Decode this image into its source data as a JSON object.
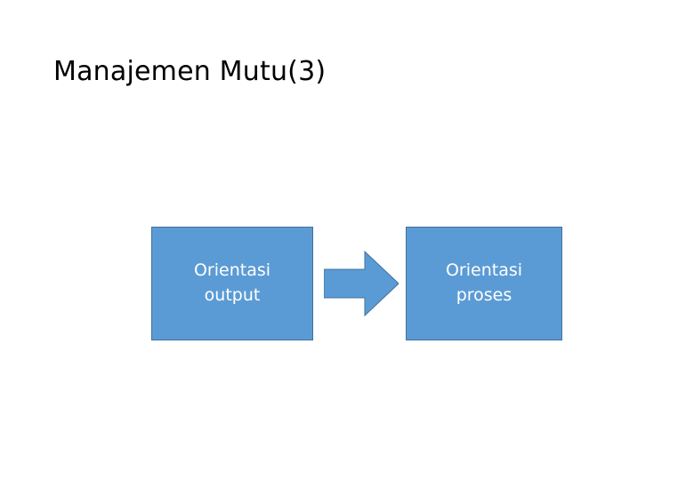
{
  "slide": {
    "title": "Manajemen Mutu(3)",
    "background_color": "#ffffff",
    "title_color": "#000000"
  },
  "diagram": {
    "type": "process-flow",
    "accent_color": "#5b9bd5",
    "border_color": "#41719c",
    "text_color": "#ffffff",
    "nodes": [
      {
        "id": "node-1",
        "label": "Orientasi\noutput"
      },
      {
        "id": "node-2",
        "label": "Orientasi\nproses"
      }
    ],
    "connector": {
      "icon": "right-arrow-icon",
      "from": "node-1",
      "to": "node-2"
    }
  }
}
